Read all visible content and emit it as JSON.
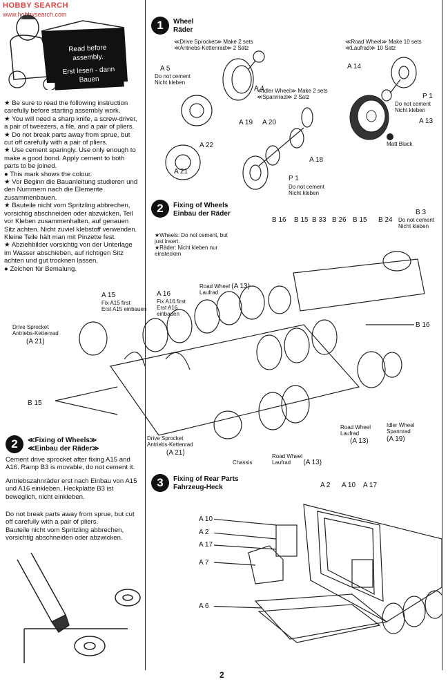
{
  "watermark": {
    "site": "HOBBY SEARCH",
    "url": "www.hobbysearch.com"
  },
  "intro": {
    "bubble_en": "Read before assembly.",
    "bubble_de": "Erst lesen - dann Bauen"
  },
  "instructions": [
    "★ Be sure to read the following instruction carefully before starting assembly work.",
    "★ You will need a sharp knife, a screw-driver, a pair of tweezers, a file, and a pair of pliers.",
    "★ Do not break parts away from sprue, but cut off carefully with a pair of pliers.",
    "★ Use cement sparingly. Use only enough to make a good bond. Apply cement to both parts to be joined.",
    "This mark shows the colour.",
    "★ Vor Beginn die Bauanleitung studieren und den Nummern nach die Elemente zusammenbauen.",
    "★ Bauteile nicht vom Spritzling abbrechen, vorsichtig abschneiden oder abzwicken, Teil vor Kleben zusammenhalten, auf genauen Sitz achten. Nicht zuviel klebstoff verwenden. Kleine Teile hält man mit Pinzette fest.",
    "★ Abziehbilder vorsichtig von der Unterlage im Wasser abschieben, auf richtigen Sitz achten und gut trocknen lassen.",
    "Zeichen für Bemalung."
  ],
  "step1": {
    "number": "1",
    "title_en": "Wheel",
    "title_de": "Räder",
    "drive_en": "≪Drive Sprocket≫ Make 2 sets",
    "drive_de": "≪Antriebs-Kettenrad≫ 2 Satz",
    "road_en": "≪Road Wheel≫ Make 10 sets",
    "road_de": "≪Laufrad≫ 10 Satz",
    "idler_en": "≪Idler Wheel≫ Make 2 sets",
    "idler_de": "≪Spannrad≫ 2 Satz",
    "parts": [
      "A 5",
      "A 4",
      "A 22",
      "A 21",
      "A 19",
      "A 20",
      "A 18",
      "P 1",
      "A 14",
      "P 1",
      "A 13"
    ],
    "no_cement_en": "Do not cement",
    "no_cement_de": "Nicht kleben",
    "matt_black": "Matt Black"
  },
  "step2": {
    "number": "2",
    "title_en": "Fixing of Wheels",
    "title_de": "Einbau der Räder",
    "note_en": "★Wheels: Do not cement, but just insert.",
    "note_de": "★Räder: Nicht kleben nur einstecken",
    "top_parts": [
      "B 16",
      "B 15",
      "B 33",
      "B 26",
      "B 15",
      "B 24",
      "B 3"
    ],
    "b3_note_en": "Do not cement",
    "b3_note_de": "Nicht kleben",
    "b16": "B 16",
    "a15": "A 15",
    "a15_en": "Fix A15 first",
    "a15_de": "Erst A15 einbauen",
    "a16": "A 16",
    "a16_en": "Fix A16 first",
    "a16_de": "Erst A16",
    "a16_de2": "einbauen",
    "road_en": "Road Wheel",
    "road_de": "Laufrad",
    "a13": "(A 13)",
    "drive_en": "Drive Sprocket",
    "drive_de": "Antriebs-Kettenrad",
    "a21": "(A 21)",
    "b15": "B 15",
    "chassis": "Chassis",
    "idler_en": "Idler Wheel",
    "idler_de": "Spannrad",
    "a19": "(A 19)"
  },
  "step2b": {
    "number": "2",
    "title_en": "≪Fixing of Wheels≫",
    "title_de": "≪Einbau der Räder≫",
    "text_en": "Cement drive sprocket after fixing A15 and A16. Ramp B3 is movable, do not cement it.",
    "text_de": "Antriebszahnräder erst nach Einbau von A15 und A16 einkleben. Heckplatte B3 ist beweglich, nicht einkleben.",
    "warn_en": "Do not break parts away from sprue, but cut off carefully with a pair of pliers.",
    "warn_de": "Bauteile nicht vom Spritzling abbrechen, vorsichtig abschneiden oder abzwicken."
  },
  "step3": {
    "number": "3",
    "title_en": "Fixing of Rear Parts",
    "title_de": "Fahrzeug-Heck",
    "parts_top": [
      "A 2",
      "A 10",
      "A 17"
    ],
    "parts_left": [
      "A 10",
      "A 2",
      "A 17",
      "A 7",
      "A 6"
    ]
  },
  "page_number": "2"
}
